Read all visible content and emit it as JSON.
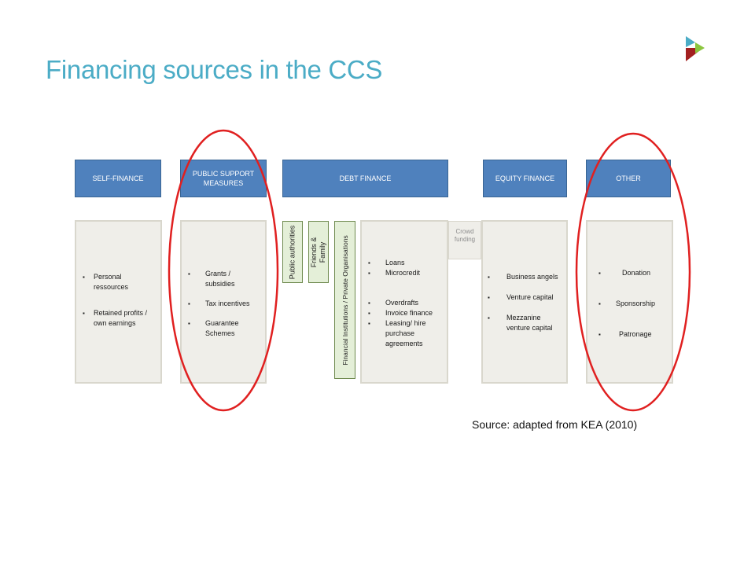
{
  "slide": {
    "title": "Financing sources in the CCS",
    "source": "Source: adapted from KEA (2010)"
  },
  "headers": {
    "self_finance": "SELF-FINANCE",
    "public_support": "PUBLIC SUPPORT MEASURES",
    "debt_finance": "DEBT FINANCE",
    "equity_finance": "EQUITY FINANCE",
    "other": "OTHER"
  },
  "self_finance_items": [
    "Personal ressources",
    "Retained profits / own earnings"
  ],
  "public_support_items": [
    "Grants / subsidies",
    "Tax incentives",
    "Guarantee Schemes"
  ],
  "debt_vertical": {
    "public_authorities": "Public authorities",
    "friends_family": "Friends & Family",
    "financial_institutions": "Financial Institutions / Private Organisations"
  },
  "debt_items_top": [
    "Loans",
    "Microcredit"
  ],
  "debt_items_bottom": [
    "Overdrafts",
    "Invoice finance",
    "Leasing/ hire purchase agreements"
  ],
  "crowd_funding": "Crowd funding",
  "equity_items": [
    "Business angels",
    "Venture capital",
    "Mezzanine venture capital"
  ],
  "other_items": [
    "Donation",
    "Sponsorship",
    "Patronage"
  ],
  "colors": {
    "title": "#4bacc6",
    "header_fill": "#4f81bd",
    "content_fill": "#efeee9",
    "vertical_fill": "#e4efd8",
    "highlight_ring": "#e02020"
  }
}
